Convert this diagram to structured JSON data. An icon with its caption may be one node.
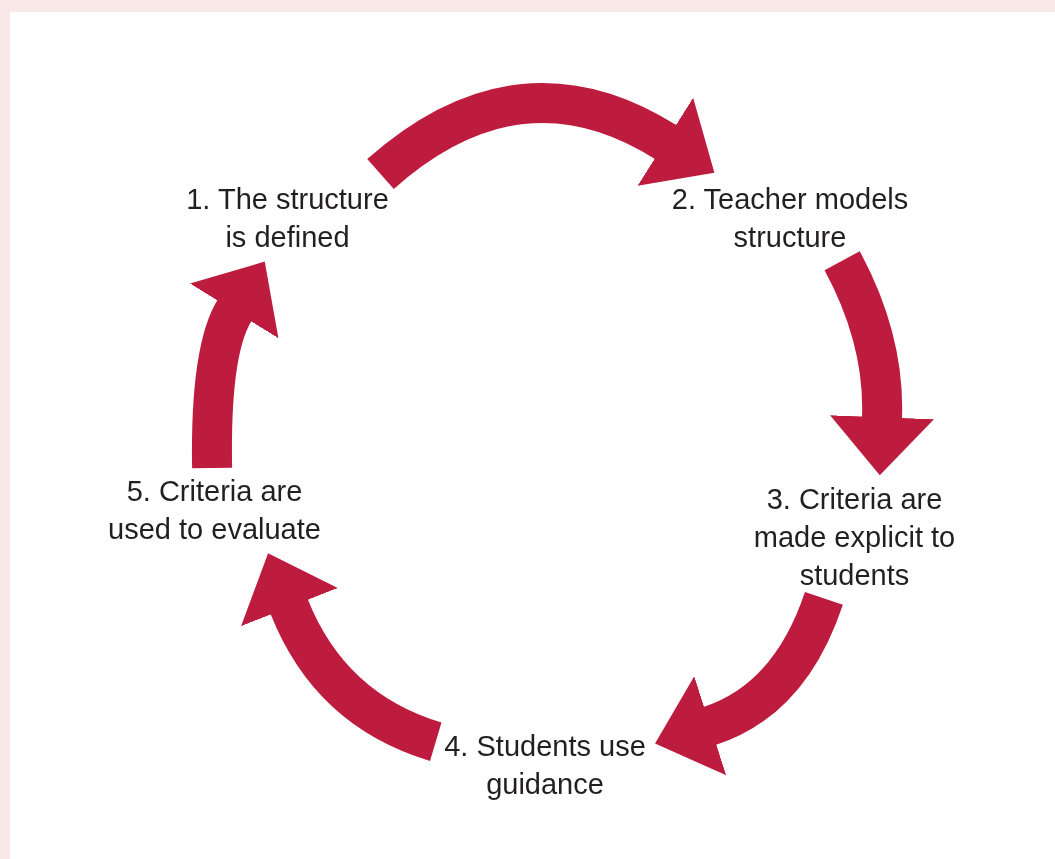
{
  "diagram": {
    "nodes": [
      {
        "text": [
          "1. The structure is defined"
        ]
      },
      {
        "text": [
          "2. Teacher models structure"
        ]
      },
      {
        "text": [
          "3. Criteria are made explicit to students"
        ]
      },
      {
        "text": [
          "4. Students use guidance"
        ]
      },
      {
        "text": [
          "5. Criteria are used to evaluate"
        ]
      }
    ],
    "edges": [
      {
        "from": 0,
        "to": 1,
        "arrow": "to"
      },
      {
        "from": 1,
        "to": 2,
        "arrow": "to"
      },
      {
        "from": 2,
        "to": 3,
        "arrow": "to"
      },
      {
        "from": 3,
        "to": 4,
        "arrow": "to"
      },
      {
        "from": 4,
        "to": 0,
        "arrow": "to"
      }
    ]
  }
}
